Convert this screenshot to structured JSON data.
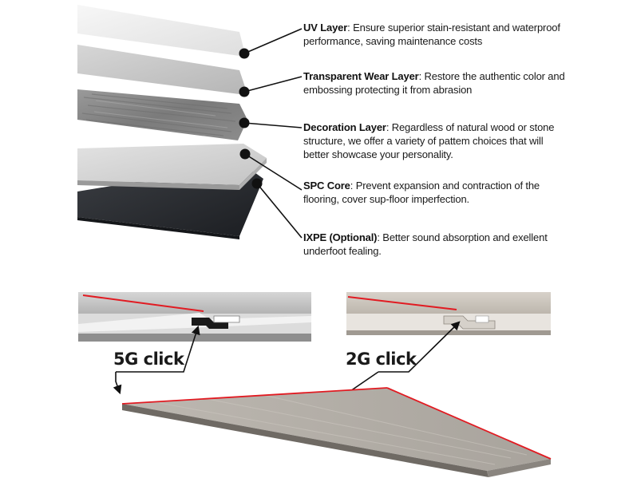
{
  "layers": [
    {
      "name": "UV Layer",
      "desc": ": Ensure superior stain-resistant and waterproof performance, saving maintenance costs"
    },
    {
      "name": "Transparent Wear Layer",
      "desc": ": Restore the authentic color and embossing protecting it from abrasion"
    },
    {
      "name": "Decoration Layer",
      "desc": ": Regardless of natural wood or stone structure, we offer a variety of pattem choices that will better showcase your personality."
    },
    {
      "name": "SPC Core",
      "desc": ": Prevent expansion and contraction of the flooring, cover sup-floor imperfection."
    },
    {
      "name": "IXPE (Optional)",
      "desc": ": Better sound absorption and exellent underfoot fealing."
    }
  ],
  "click_systems": [
    {
      "label": "5G click"
    },
    {
      "label": "2G click"
    }
  ],
  "colors": {
    "accent_red": "#e11b22",
    "dot": "#111111",
    "core": "#2b2e33",
    "plank_grey": "#c9c9c9",
    "plank_beige": "#cdc7bf"
  }
}
